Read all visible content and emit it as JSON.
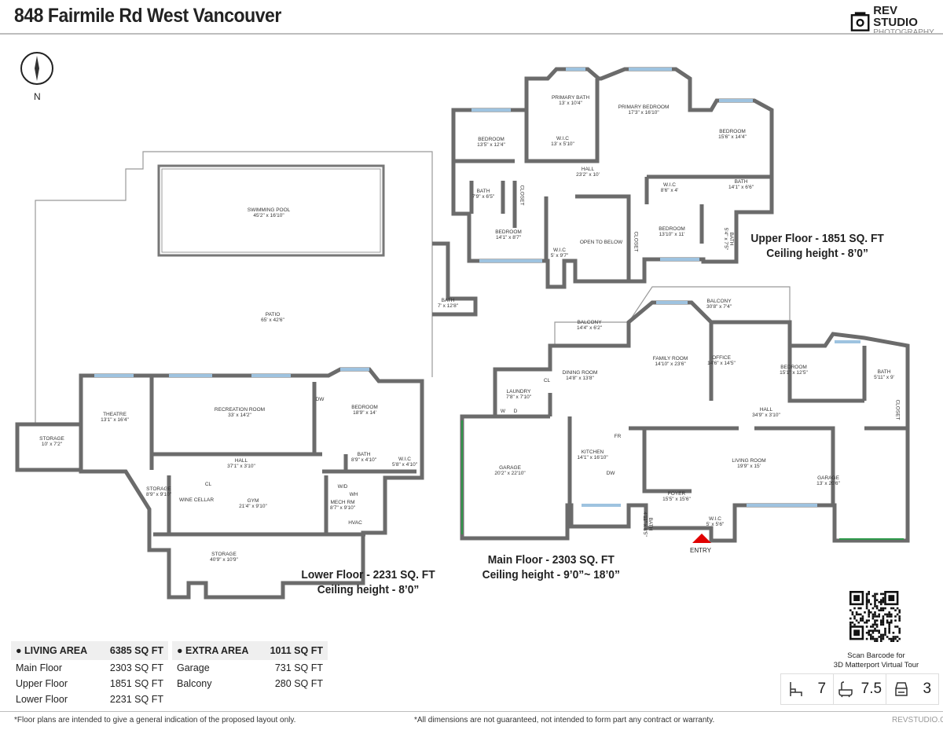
{
  "header": {
    "title": "848 Fairmile Rd West Vancouver",
    "logo_line1": "REV STUDIO",
    "logo_line2": "PHOTOGRAPHY"
  },
  "compass": {
    "label": "N"
  },
  "floors": {
    "upper": {
      "title": "Upper Floor - 1851 SQ. FT",
      "ceiling": "Ceiling height - 8’0”",
      "rooms": [
        {
          "name": "PRIMARY BATH",
          "dims": "13' x 10'4\""
        },
        {
          "name": "PRIMARY BEDROOM",
          "dims": "17'3\" x 16'10\""
        },
        {
          "name": "BEDROOM",
          "dims": "13'5\" x 12'4\""
        },
        {
          "name": "W.I.C",
          "dims": "13' x 5'10\""
        },
        {
          "name": "BEDROOM",
          "dims": "15'6\" x 14'4\""
        },
        {
          "name": "HALL",
          "dims": "23'2\" x 10'"
        },
        {
          "name": "BATH",
          "dims": "7'9\" x 6'5\""
        },
        {
          "name": "CLOSET",
          "dims": ""
        },
        {
          "name": "W.I.C",
          "dims": "8'6\" x 4'"
        },
        {
          "name": "BATH",
          "dims": "14'1\" x 6'6\""
        },
        {
          "name": "BEDROOM",
          "dims": "14'1\" x 8'7\""
        },
        {
          "name": "BEDROOM",
          "dims": "13'10\" x 11'"
        },
        {
          "name": "OPEN TO BELOW",
          "dims": ""
        },
        {
          "name": "W.I.C",
          "dims": "5' x 9'7\""
        },
        {
          "name": "CLOSET",
          "dims": ""
        },
        {
          "name": "BATH",
          "dims": "5'4\" x 7'5\""
        }
      ]
    },
    "main": {
      "title": "Main Floor - 2303 SQ. FT",
      "ceiling": "Ceiling height - 9’0”~ 18’0”",
      "entry": "ENTRY",
      "rooms": [
        {
          "name": "BALCONY",
          "dims": "14'4\" x 6'2\""
        },
        {
          "name": "BALCONY",
          "dims": "30'8\" x 7'4\""
        },
        {
          "name": "FAMILY ROOM",
          "dims": "14'10\" x 23'6\""
        },
        {
          "name": "OFFICE",
          "dims": "14'6\" x 14'5\""
        },
        {
          "name": "DINING ROOM",
          "dims": "14'8\" x 13'8\""
        },
        {
          "name": "LAUNDRY",
          "dims": "7'8\" x 7'10\""
        },
        {
          "name": "CL",
          "dims": ""
        },
        {
          "name": "BEDROOM",
          "dims": "15'1\" x 12'5\""
        },
        {
          "name": "BATH",
          "dims": "5'11\" x 9'"
        },
        {
          "name": "HALL",
          "dims": "34'9\" x 3'10\""
        },
        {
          "name": "CLOSET",
          "dims": ""
        },
        {
          "name": "KITCHEN",
          "dims": "14'1\" x 16'10\""
        },
        {
          "name": "GARAGE",
          "dims": "20'2\" x 22'10\""
        },
        {
          "name": "LIVING ROOM",
          "dims": "19'9\" x 15'"
        },
        {
          "name": "GARAGE",
          "dims": "13' x 20'6\""
        },
        {
          "name": "FOYER",
          "dims": "15'5\" x 15'6\""
        },
        {
          "name": "BATH",
          "dims": "4'11\" x 8'5\""
        },
        {
          "name": "W.I.C",
          "dims": "5' x 5'6\""
        },
        {
          "name": "FR",
          "dims": ""
        },
        {
          "name": "DW",
          "dims": ""
        },
        {
          "name": "W",
          "dims": ""
        },
        {
          "name": "D",
          "dims": ""
        }
      ]
    },
    "lower": {
      "title": "Lower Floor - 2231 SQ. FT",
      "ceiling": "Ceiling height - 8’0”",
      "rooms": [
        {
          "name": "SWIMMING POOL",
          "dims": "45'2\" x 16'10\""
        },
        {
          "name": "PATIO",
          "dims": "65' x 42'6\""
        },
        {
          "name": "BATH",
          "dims": "7' x 12'8\""
        },
        {
          "name": "RECREATION ROOM",
          "dims": "33' x 14'2\""
        },
        {
          "name": "THEATRE",
          "dims": "13'1\" x 16'4\""
        },
        {
          "name": "STORAGE",
          "dims": "10' x 7'2\""
        },
        {
          "name": "BEDROOM",
          "dims": "18'9\" x 14'"
        },
        {
          "name": "HALL",
          "dims": "37'1\" x 3'10\""
        },
        {
          "name": "BATH",
          "dims": "8'9\" x 4'10\""
        },
        {
          "name": "W.I.C",
          "dims": "5'8\" x 4'10\""
        },
        {
          "name": "STORAGE",
          "dims": "8'9\" x 9'10\""
        },
        {
          "name": "CL",
          "dims": ""
        },
        {
          "name": "WINE CELLAR",
          "dims": ""
        },
        {
          "name": "GYM",
          "dims": "21'4\" x 9'10\""
        },
        {
          "name": "MECH RM",
          "dims": "8'7\" x 9'10\""
        },
        {
          "name": "HVAC",
          "dims": ""
        },
        {
          "name": "W/D",
          "dims": ""
        },
        {
          "name": "WH",
          "dims": ""
        },
        {
          "name": "DW",
          "dims": ""
        },
        {
          "name": "STORAGE",
          "dims": "40'9\" x 10'9\""
        }
      ]
    }
  },
  "living_area": {
    "label": "LIVING AREA",
    "total": "6385 SQ FT",
    "rows": [
      {
        "name": "Main Floor",
        "value": "2303 SQ FT"
      },
      {
        "name": "Upper Floor",
        "value": "1851 SQ FT"
      },
      {
        "name": "Lower Floor",
        "value": "2231 SQ FT"
      }
    ]
  },
  "extra_area": {
    "label": "EXTRA AREA",
    "total": "1011 SQ FT",
    "rows": [
      {
        "name": "Garage",
        "value": "731 SQ FT"
      },
      {
        "name": "Balcony",
        "value": "280 SQ FT"
      }
    ]
  },
  "qr": {
    "caption_line1": "Scan Barcode for",
    "caption_line2": "3D Matterport Virtual Tour"
  },
  "stats": {
    "bedrooms": "7",
    "bathrooms": "7.5",
    "parking": "3",
    "icons": [
      "bed-icon",
      "bathtub-icon",
      "car-icon"
    ]
  },
  "footer": {
    "disclaimer_left": "*Floor plans are intended to give a general indication of the proposed layout only.",
    "disclaimer_right": "*All dimensions are not guaranteed, not intended to form part any contract or warranty.",
    "site": "REVSTUDIO.CA"
  },
  "colors": {
    "wall": "#6b6b6b",
    "window": "#9ec3e0",
    "door": "#2e9a4a",
    "entry_marker": "#e00000"
  }
}
